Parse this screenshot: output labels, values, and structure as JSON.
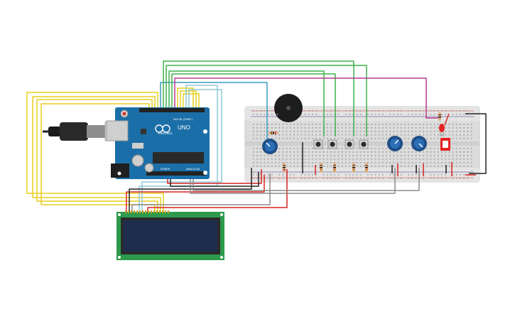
{
  "arduino": {
    "brand": "ARDUINO",
    "model": "UNO",
    "digital_label": "DIGITAL (PWM~)",
    "power_label": "POWER",
    "analog_label": "ANALOG IN"
  },
  "components": {
    "potentiometer_count": 3,
    "pushbutton_count": 4,
    "resistor_count": 6,
    "has_buzzer": true,
    "has_led": true,
    "has_lcd": true,
    "has_usb_cable": true
  },
  "colors": {
    "yellow_wire": "#e8cf1e",
    "green_wire": "#3fb04a",
    "magenta_wire": "#b63c8f",
    "teal_wire": "#3a9bc4",
    "lightblue_wire": "#8fc9d9",
    "red_wire": "#d8231f",
    "black_wire": "#222222",
    "gray_wire": "#8a8a8a",
    "board_blue": "#1b6fa8",
    "lcd_green": "#2c9a4a",
    "lcd_screen": "#1e2d4e",
    "led_red": "#e52222"
  }
}
